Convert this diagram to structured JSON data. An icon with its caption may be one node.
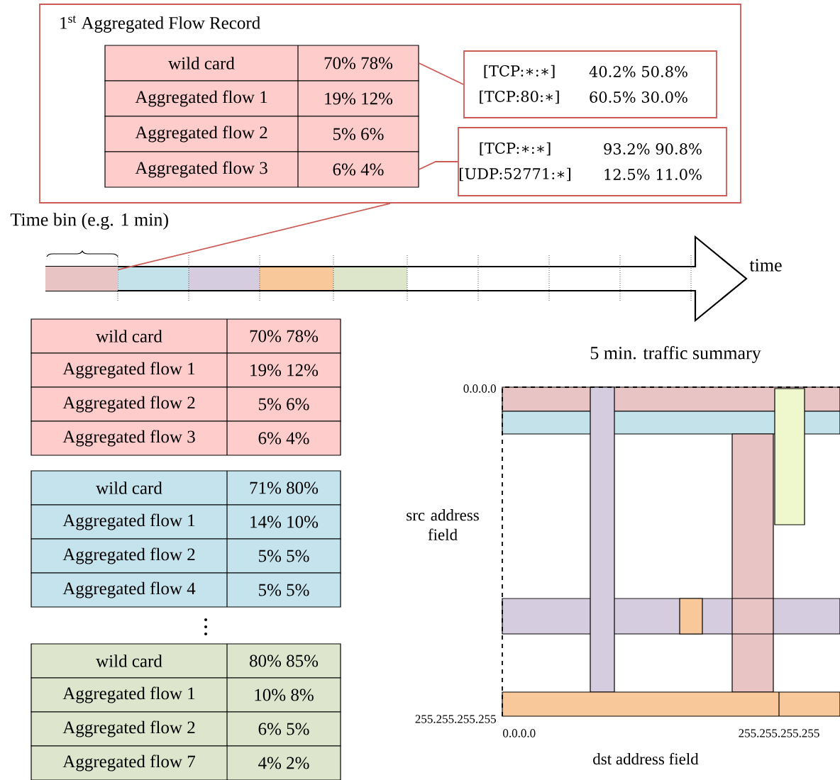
{
  "diagram": {
    "nodes": [
      {
        "text": [
          "1$^{st}$ Aggregated Flow Record"
        ]
      },
      {
        "text": [
          "wild card",
          "70% 78%"
        ],
        "in": 0
      },
      {
        "text": [
          "Aggregated flow 1",
          "19% 12%"
        ],
        "in": 0
      },
      {
        "text": [
          "Aggregated flow 2",
          "5% 6%"
        ],
        "in": 0
      },
      {
        "text": [
          "Aggregated flow 3",
          "6% 4%"
        ],
        "in": 0
      },
      {
        "text": [
          "[TCP:∗:∗]",
          "40.2% 50.8%",
          "[TCP:80:∗]",
          "60.5% 30.0%"
        ],
        "in": 0
      },
      {
        "text": [
          "[TCP:∗:∗]",
          "93.2% 90.8%",
          "[UDP:52771:∗]",
          "12.5% 11.0%"
        ],
        "in": 0
      },
      {
        "text": [],
        "shape": "bar"
      },
      {
        "text": [
          "wild card",
          "70% 78%"
        ]
      },
      {
        "text": [
          "Aggregated flow 1",
          "19% 12%"
        ]
      },
      {
        "text": [
          "Aggregated flow 2",
          "5% 6%"
        ]
      },
      {
        "text": [
          "Aggregated flow 3",
          "6% 4%"
        ]
      },
      {
        "text": [
          "wild card",
          "71% 80%"
        ]
      },
      {
        "text": [
          "Aggregated flow 1",
          "14% 10%"
        ]
      },
      {
        "text": [
          "Aggregated flow 2",
          "5% 5%"
        ]
      },
      {
        "text": [
          "Aggregated flow 4",
          "5% 5%"
        ]
      },
      {
        "text": [
          "wild card",
          "80% 85%"
        ]
      },
      {
        "text": [
          "Aggregated flow 1",
          "10% 8%"
        ]
      },
      {
        "text": [
          "Aggregated flow 2",
          "6% 5%"
        ]
      },
      {
        "text": [
          "Aggregated flow 7",
          "4% 2%"
        ]
      }
    ],
    "edges": [
      {
        "from": 1,
        "to": 5,
        "arrow": "none"
      },
      {
        "from": 4,
        "to": 6,
        "arrow": "none"
      },
      {
        "from": 0,
        "to": 7,
        "arrow": "none"
      }
    ],
    "labels": [
      "Time bin (e.g. 1 min)",
      "time",
      "5 min. traffic summary",
      "0.0.0.0",
      "src address field",
      "255.255.255.255",
      "0.0.0.0",
      "255.255.255.255",
      "dst address field"
    ]
  }
}
